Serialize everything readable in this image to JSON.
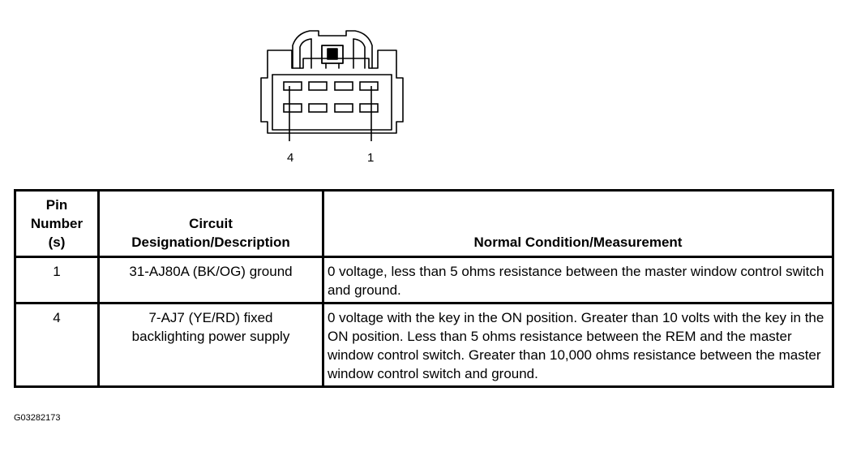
{
  "connector": {
    "pin_labels": [
      "4",
      "1"
    ]
  },
  "table": {
    "headers": {
      "pin": [
        "Pin",
        "Number",
        "(s)"
      ],
      "circuit": [
        "Circuit",
        "Designation/Description"
      ],
      "measurement": "Normal Condition/Measurement"
    },
    "rows": [
      {
        "pin": "1",
        "circuit": "31-AJ80A (BK/OG) ground",
        "measurement": "0 voltage, less than 5 ohms resistance between the master window control switch and ground."
      },
      {
        "pin": "4",
        "circuit": "7-AJ7 (YE/RD) fixed backlighting power supply",
        "measurement": "0 voltage with the key in the ON position. Greater than 10 volts with the key in the ON position. Less than 5 ohms resistance between the REM and the master window control switch. Greater than 10,000 ohms resistance between the master window control switch and ground."
      }
    ]
  },
  "figure_code": "G03282173"
}
